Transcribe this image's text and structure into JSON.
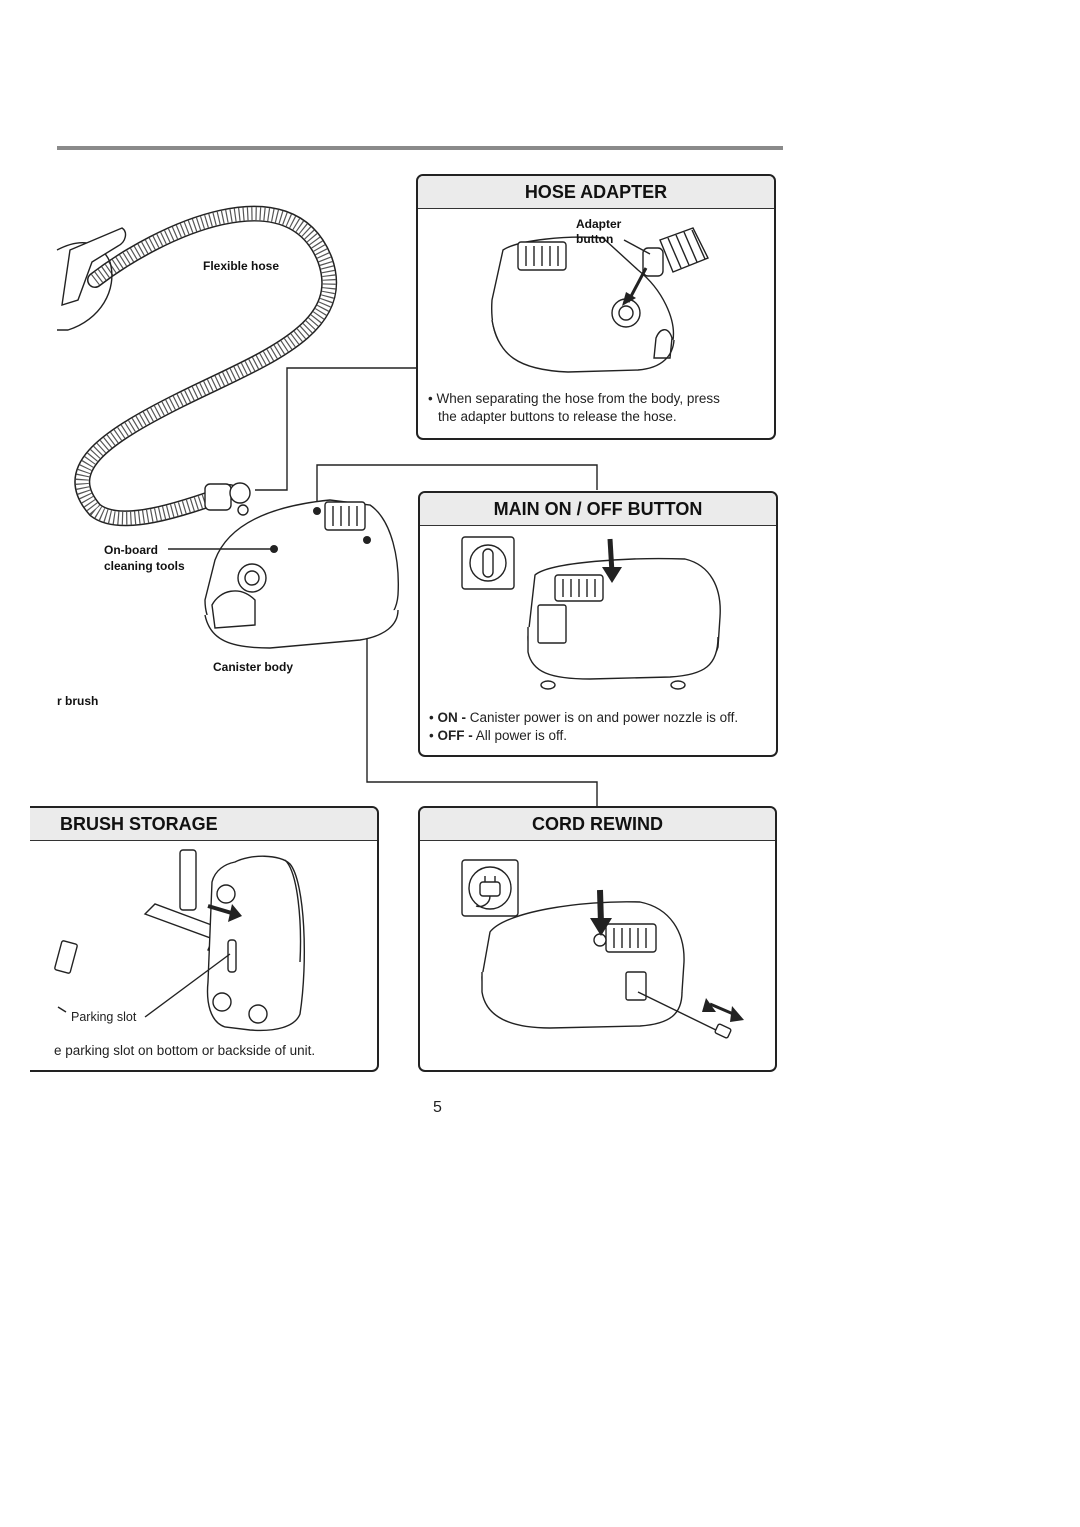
{
  "hose_adapter": {
    "title": "HOSE ADAPTER",
    "label_adapter": "Adapter",
    "label_button": "button",
    "note_line1": "When separating the hose from the body, press",
    "note_line2": "the adapter buttons to release the hose."
  },
  "main_power": {
    "title": "MAIN ON / OFF BUTTON",
    "on_key": "ON -",
    "on_text": " Canister power is on and power nozzle is off.",
    "off_key": "OFF -",
    "off_text": " All power is off."
  },
  "brush_storage": {
    "title": "BRUSH STORAGE",
    "label_parking": "Parking slot",
    "note": "e parking slot on bottom or backside of unit."
  },
  "cord_rewind": {
    "title": "CORD REWIND"
  },
  "diagram_labels": {
    "flexible_hose": "Flexible hose",
    "onboard_line1": "On-board",
    "onboard_line2": "cleaning tools",
    "canister_body": "Canister body",
    "floor_brush_fragment": "r brush"
  },
  "page_number": "5"
}
